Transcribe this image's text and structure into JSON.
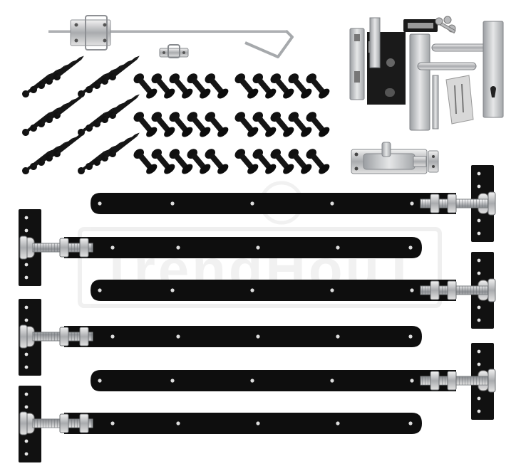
{
  "watermark": {
    "text": "TrendHouT"
  },
  "colors": {
    "background": "#ffffff",
    "strap": "#0d0d0d",
    "zinc": "#c9c9c9",
    "steel": "#b4b6b8",
    "watermark": "#e6e6e6"
  },
  "items": {
    "screw_group_count": 6,
    "bolt_group_count": 6,
    "tee_hinge_straps": 6
  }
}
